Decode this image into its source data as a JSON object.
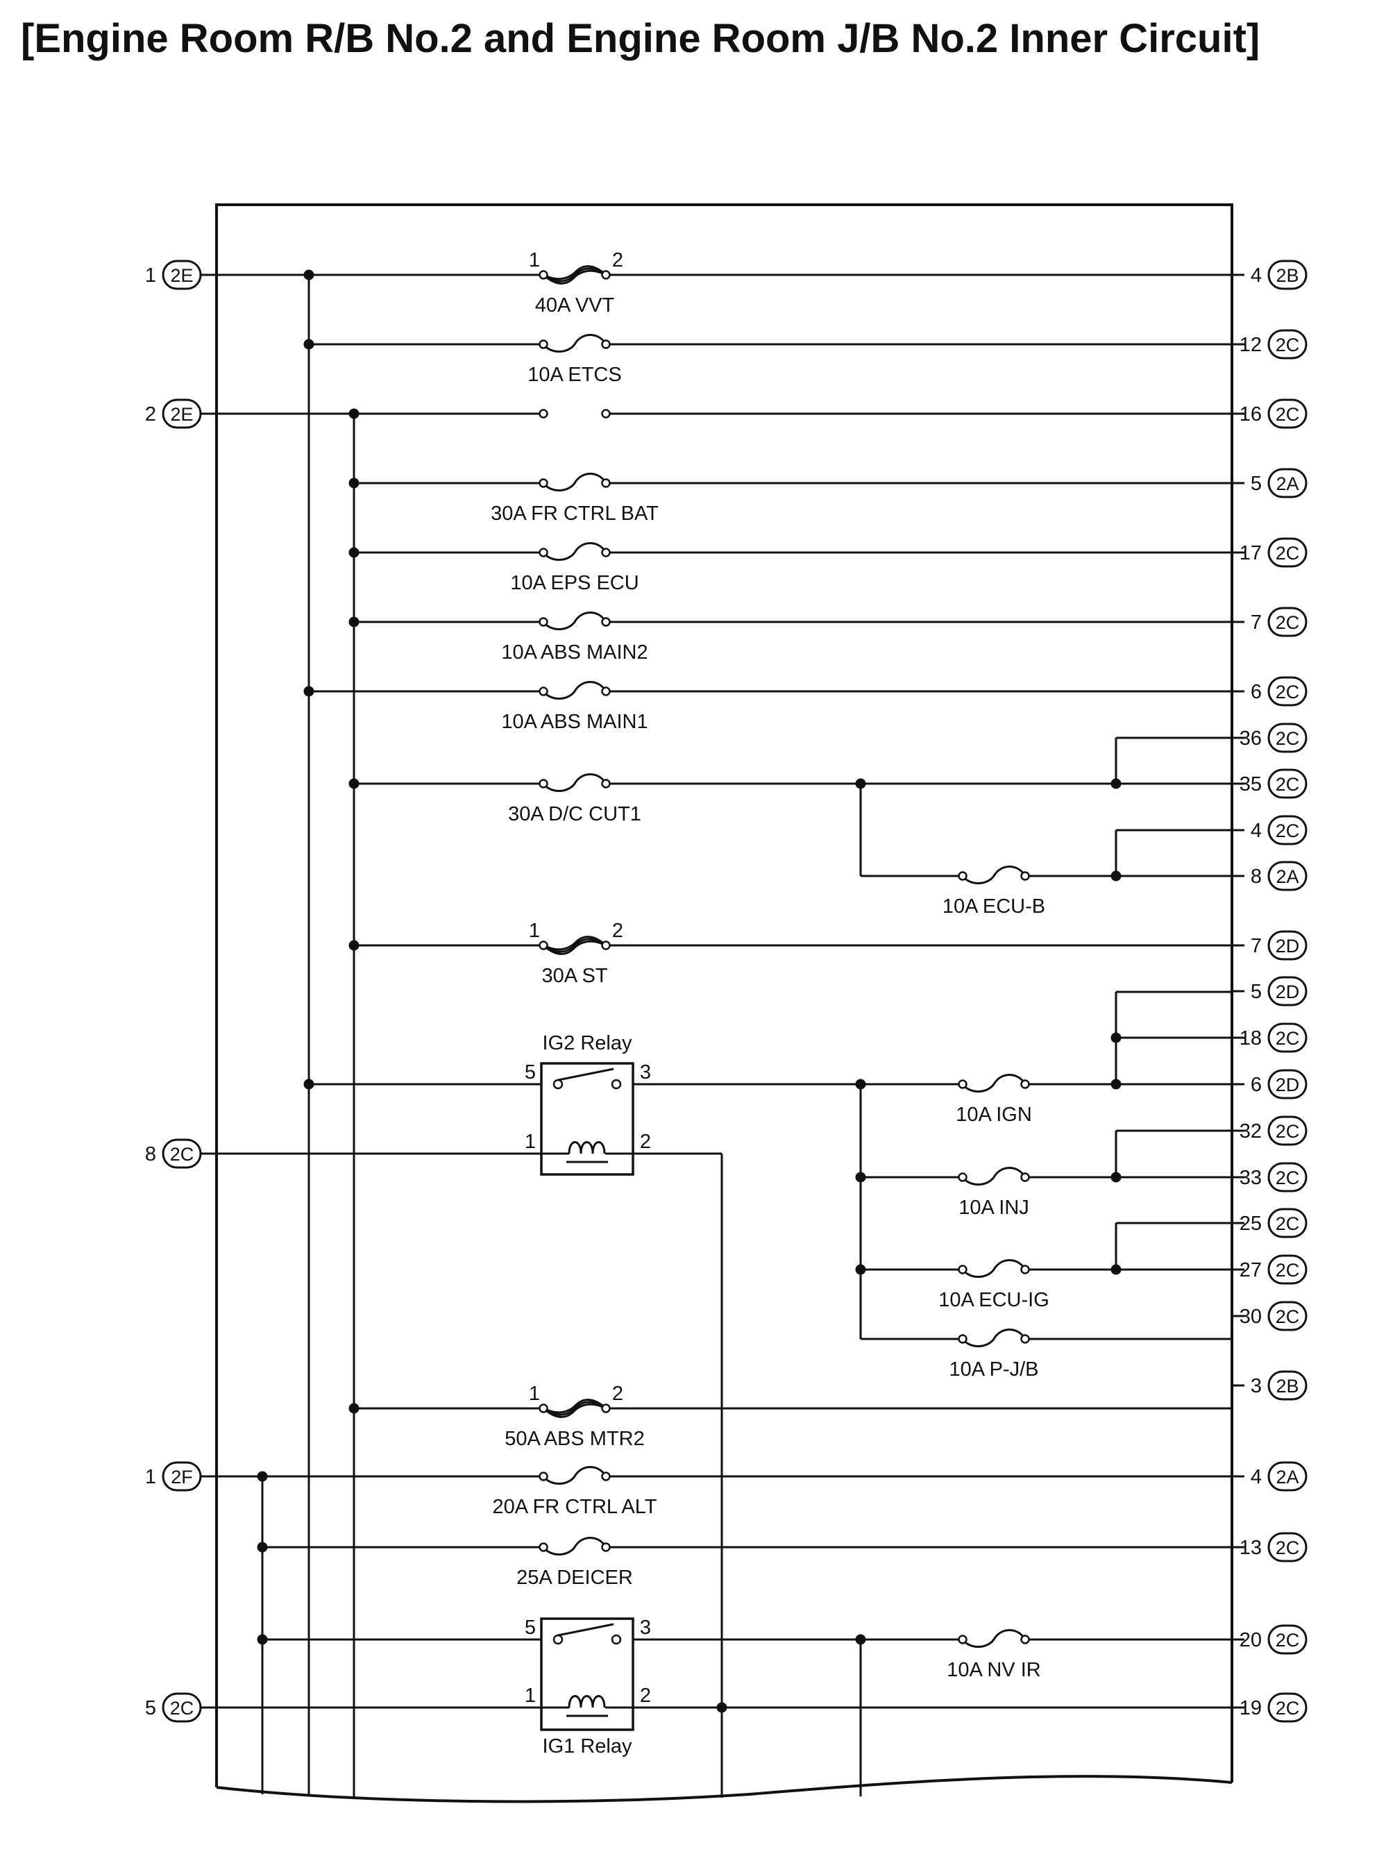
{
  "title": "[Engine Room R/B No.2 and Engine Room J/B No.2 Inner Circuit]",
  "left_connectors": [
    {
      "pin": "1",
      "conn": "2E"
    },
    {
      "pin": "2",
      "conn": "2E"
    },
    {
      "pin": "8",
      "conn": "2C"
    },
    {
      "pin": "1",
      "conn": "2F"
    },
    {
      "pin": "5",
      "conn": "2C"
    }
  ],
  "right_connectors": [
    {
      "pin": "4",
      "conn": "2B"
    },
    {
      "pin": "12",
      "conn": "2C"
    },
    {
      "pin": "16",
      "conn": "2C"
    },
    {
      "pin": "5",
      "conn": "2A"
    },
    {
      "pin": "17",
      "conn": "2C"
    },
    {
      "pin": "7",
      "conn": "2C"
    },
    {
      "pin": "6",
      "conn": "2C"
    },
    {
      "pin": "36",
      "conn": "2C"
    },
    {
      "pin": "35",
      "conn": "2C"
    },
    {
      "pin": "4",
      "conn": "2C"
    },
    {
      "pin": "8",
      "conn": "2A"
    },
    {
      "pin": "7",
      "conn": "2D"
    },
    {
      "pin": "5",
      "conn": "2D"
    },
    {
      "pin": "18",
      "conn": "2C"
    },
    {
      "pin": "6",
      "conn": "2D"
    },
    {
      "pin": "32",
      "conn": "2C"
    },
    {
      "pin": "33",
      "conn": "2C"
    },
    {
      "pin": "25",
      "conn": "2C"
    },
    {
      "pin": "27",
      "conn": "2C"
    },
    {
      "pin": "30",
      "conn": "2C"
    },
    {
      "pin": "3",
      "conn": "2B"
    },
    {
      "pin": "4",
      "conn": "2A"
    },
    {
      "pin": "13",
      "conn": "2C"
    },
    {
      "pin": "20",
      "conn": "2C"
    },
    {
      "pin": "19",
      "conn": "2C"
    }
  ],
  "fuses": [
    {
      "label": "40A VVT",
      "type": "fusible",
      "pin_a": "1",
      "pin_b": "2"
    },
    {
      "label": "10A ETCS",
      "type": "fuse"
    },
    {
      "label": "30A FR CTRL BAT",
      "type": "fuse"
    },
    {
      "label": "10A EPS ECU",
      "type": "fuse"
    },
    {
      "label": "10A ABS MAIN2",
      "type": "fuse"
    },
    {
      "label": "10A ABS MAIN1",
      "type": "fuse"
    },
    {
      "label": "30A D/C CUT1",
      "type": "fuse"
    },
    {
      "label": "10A ECU-B",
      "type": "fuse"
    },
    {
      "label": "30A ST",
      "type": "fusible",
      "pin_a": "1",
      "pin_b": "2"
    },
    {
      "label": "10A IGN",
      "type": "fuse"
    },
    {
      "label": "10A INJ",
      "type": "fuse"
    },
    {
      "label": "10A ECU-IG",
      "type": "fuse"
    },
    {
      "label": "10A P-J/B",
      "type": "fuse"
    },
    {
      "label": "50A ABS MTR2",
      "type": "fusible",
      "pin_a": "1",
      "pin_b": "2"
    },
    {
      "label": "20A FR CTRL ALT",
      "type": "fuse"
    },
    {
      "label": "25A DEICER",
      "type": "fuse"
    },
    {
      "label": "10A NV IR",
      "type": "fuse"
    }
  ],
  "relays": [
    {
      "name": "IG2 Relay",
      "pins": [
        "5",
        "3",
        "1",
        "2"
      ]
    },
    {
      "name": "IG1 Relay",
      "pins": [
        "5",
        "3",
        "1",
        "2"
      ]
    }
  ]
}
